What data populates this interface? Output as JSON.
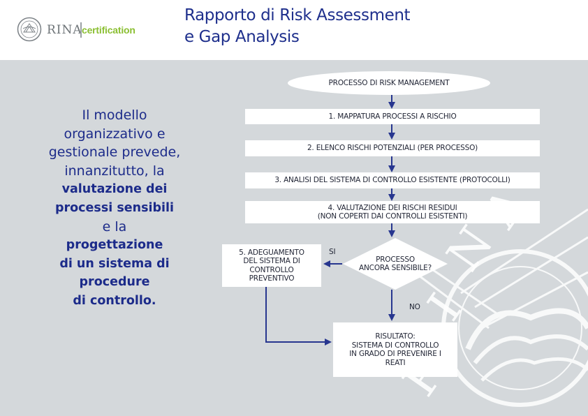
{
  "header": {
    "title_line1": "Rapporto di Risk Assessment",
    "title_line2": "e Gap Analysis",
    "logo_brand": "RINA",
    "logo_suffix": "certification",
    "logo_seal_text": "RINA"
  },
  "watermark": {
    "letters": [
      "R",
      "I",
      "N",
      "A"
    ]
  },
  "left_text": {
    "line1": "Il modello",
    "line2": "organizzativo e",
    "line3": "gestionale prevede,",
    "line4": "innanzitutto, la",
    "bold1": "valutazione dei",
    "bold2": "processi sensibili",
    "line5": "e la",
    "bold3": "progettazione",
    "bold4": "di un sistema di",
    "bold5": "procedure",
    "bold6": "di controllo."
  },
  "diagram": {
    "header_node": "PROCESSO DI RISK MANAGEMENT",
    "step1": "1. MAPPATURA  PROCESSI A RISCHIO",
    "step2": "2. ELENCO RISCHI POTENZIALI (PER PROCESSO)",
    "step3": "3. ANALISI DEL SISTEMA DI CONTROLLO ESISTENTE (PROTOCOLLI)",
    "step4_line1": "4. VALUTAZIONE DEI RISCHI RESIDUI",
    "step4_line2": "(NON COPERTI DAI CONTROLLI ESISTENTI)",
    "step5_line1": "5. ADEGUAMENTO",
    "step5_line2": "DEL SISTEMA  DI",
    "step5_line3": "CONTROLLO",
    "step5_line4": "PREVENTIVO",
    "decision_line1": "PROCESSO",
    "decision_line2": "ANCORA SENSIBILE?",
    "yes_label": "SI",
    "no_label": "NO",
    "result_line1": "RISULTATO:",
    "result_line2": "SISTEMA DI CONTROLLO",
    "result_line3": "IN GRADO DI PREVENIRE I",
    "result_line4": "REATI"
  },
  "colors": {
    "title": "#1e2f8c",
    "background": "#d4d8db",
    "arrow": "#27368f",
    "brand_green": "#8bbf32"
  }
}
